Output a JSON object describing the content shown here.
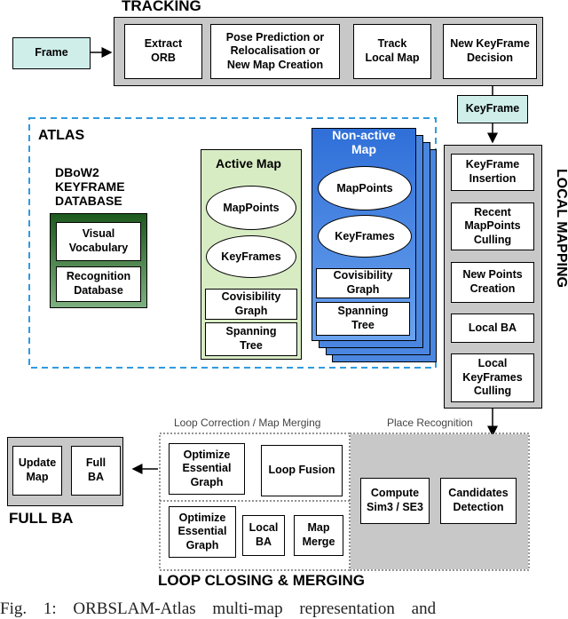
{
  "tracking": {
    "title": "TRACKING",
    "input": "Frame",
    "steps": [
      "Extract\nORB",
      "Pose Prediction or\nRelocalisation or\nNew Map Creation",
      "Track\nLocal Map",
      "New KeyFrame\nDecision"
    ],
    "output": "KeyFrame"
  },
  "atlas": {
    "title": "ATLAS",
    "dbow": {
      "title": "DBoW2\nKEYFRAME\nDATABASE",
      "items": [
        "Visual\nVocabulary",
        "Recognition\nDatabase"
      ]
    },
    "active_map": {
      "title": "Active Map",
      "ellipses": [
        "MapPoints",
        "KeyFrames"
      ],
      "boxes": [
        "Covisibility\nGraph",
        "Spanning\nTree"
      ]
    },
    "nonactive_map": {
      "title": "Non-active\nMap",
      "ellipses": [
        "MapPoints",
        "KeyFrames"
      ],
      "boxes": [
        "Covisibility\nGraph",
        "Spanning\nTree"
      ]
    }
  },
  "local_mapping": {
    "title": "LOCAL MAPPING",
    "steps": [
      "KeyFrame\nInsertion",
      "Recent\nMapPoints\nCulling",
      "New Points\nCreation",
      "Local BA",
      "Local\nKeyFrames\nCulling"
    ]
  },
  "full_ba": {
    "title": "FULL BA",
    "steps": [
      "Update\nMap",
      "Full\nBA"
    ]
  },
  "loop_closing": {
    "title": "LOOP CLOSING & MERGING",
    "correction_label": "Loop Correction / Map Merging",
    "recognition_label": "Place Recognition",
    "row1": [
      "Optimize\nEssential\nGraph",
      "Loop Fusion"
    ],
    "row2": [
      "Optimize\nEssential\nGraph",
      "Local\nBA",
      "Map\nMerge"
    ],
    "recognition": [
      "Compute\nSim3 / SE3",
      "Candidates\nDetection"
    ]
  },
  "caption": "Fig. 1: ORBSLAM-Atlas multi-map representation and",
  "colors": {
    "teal": "#cfeeea",
    "atlas_border": "#2e9be0",
    "nonactive_fill": "#4a86e0",
    "active_fill": "#d8ecc4"
  }
}
